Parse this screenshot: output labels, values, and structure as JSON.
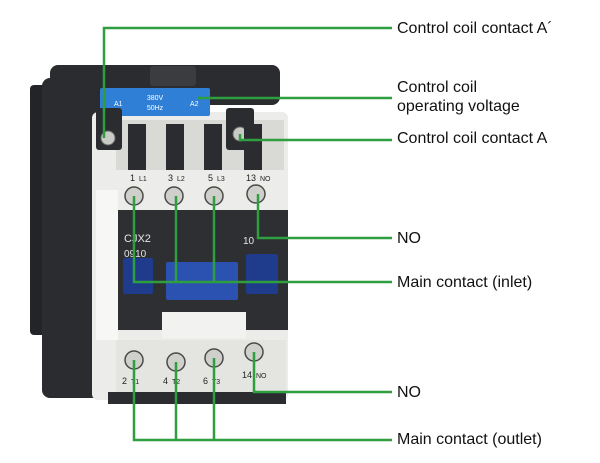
{
  "labels": {
    "coil_contact_a_prime": "Control coil contact A´",
    "coil_voltage_line1": "Control coil",
    "coil_voltage_line2": "operating voltage",
    "coil_contact_a": "Control coil contact A",
    "no_top": "NO",
    "main_inlet": "Main contact (inlet)",
    "no_bottom": "NO",
    "main_outlet": "Main contact (outlet)"
  },
  "device": {
    "coil_a1": "A1",
    "coil_voltage": "380V",
    "coil_frequency": "50Hz",
    "coil_a2": "A2",
    "model_line1": "CJX2",
    "model_line2": "0910",
    "aux_contact_number": "10",
    "top_terminals": [
      {
        "num": "1",
        "tag": "L1"
      },
      {
        "num": "3",
        "tag": "L2"
      },
      {
        "num": "5",
        "tag": "L3"
      },
      {
        "num": "13",
        "tag": "NO"
      }
    ],
    "bottom_terminals": [
      {
        "num": "2",
        "tag": "T1"
      },
      {
        "num": "4",
        "tag": "T2"
      },
      {
        "num": "6",
        "tag": "T3"
      },
      {
        "num": "14",
        "tag": "NO"
      }
    ]
  },
  "colors": {
    "leader_line": "#2e9e3e",
    "body_dark": "#2a2c30",
    "body_light": "#ececea",
    "coil_label": "#2f7fd6",
    "contact_blue": "#1f3c8c"
  }
}
